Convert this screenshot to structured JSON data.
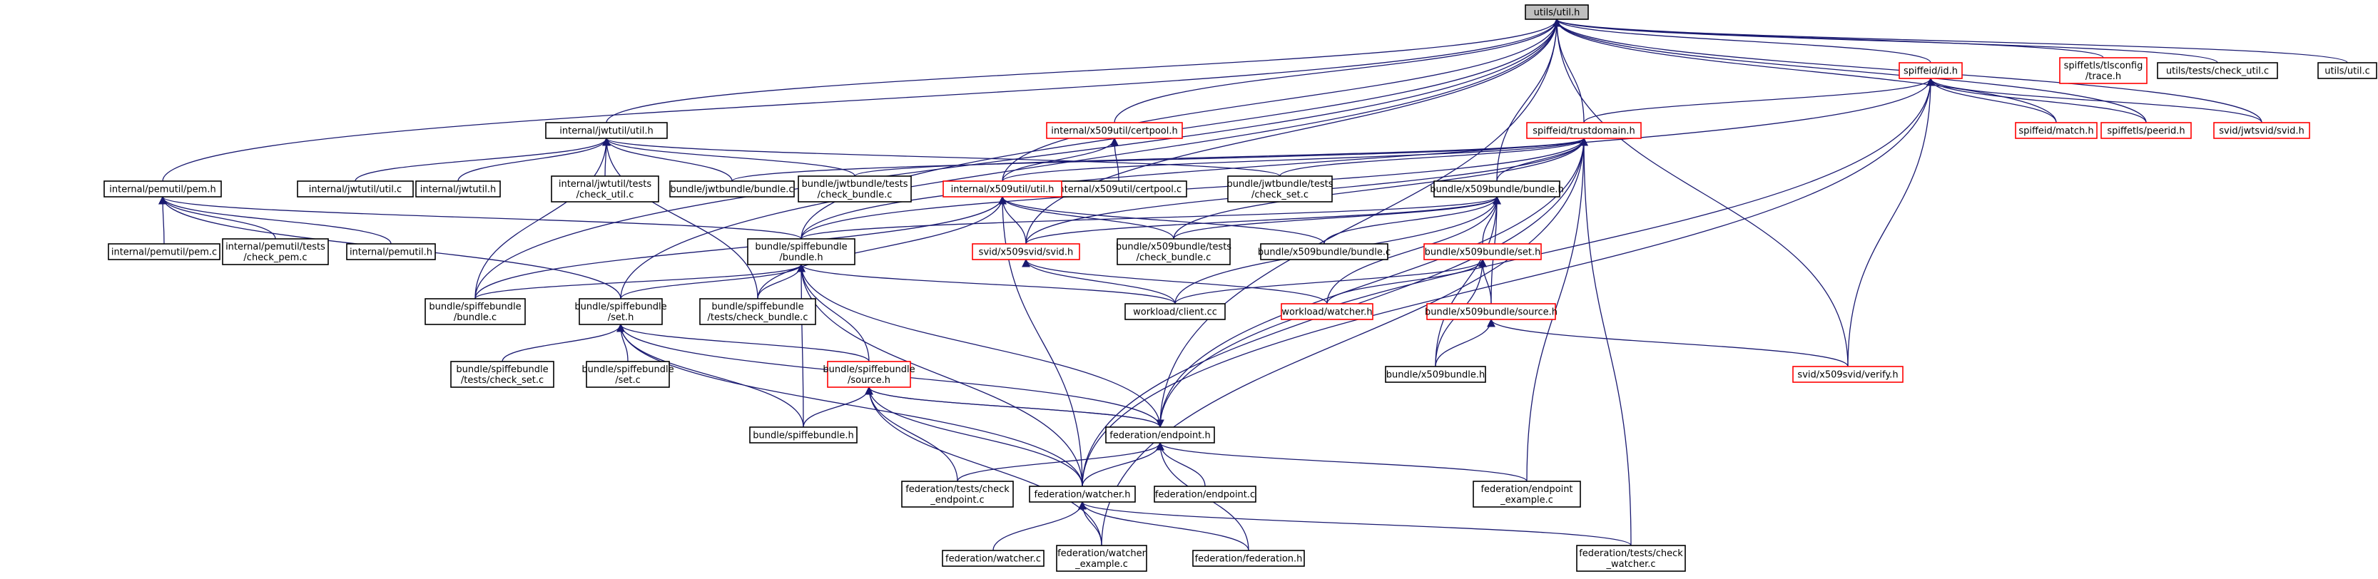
{
  "colors": {
    "edge": "#191970",
    "border_normal": "#000000",
    "border_red": "#ff0000",
    "root_fill": "#bfbfbf"
  },
  "nodes": [
    {
      "id": "root",
      "lines": [
        "utils/util.h"
      ],
      "style": "root"
    },
    {
      "id": "spiffeid_id",
      "lines": [
        "spiffeid/id.h"
      ],
      "style": "red"
    },
    {
      "id": "spiffetls_tlsconfig",
      "lines": [
        "spiffetls/tlsconfig",
        "/trace.h"
      ],
      "style": "red"
    },
    {
      "id": "utils_tests_check",
      "lines": [
        "utils/tests/check_util.c"
      ],
      "style": "black"
    },
    {
      "id": "utils_util_c",
      "lines": [
        "utils/util.c"
      ],
      "style": "black"
    },
    {
      "id": "jwtutil_util_h",
      "lines": [
        "internal/jwtutil/util.h"
      ],
      "style": "black"
    },
    {
      "id": "x509util_certpool_h",
      "lines": [
        "internal/x509util/certpool.h"
      ],
      "style": "red"
    },
    {
      "id": "trustdomain",
      "lines": [
        "spiffeid/trustdomain.h"
      ],
      "style": "red"
    },
    {
      "id": "spiffeid_match",
      "lines": [
        "spiffeid/match.h"
      ],
      "style": "red"
    },
    {
      "id": "spiffetls_peerid",
      "lines": [
        "spiffetls/peerid.h"
      ],
      "style": "red"
    },
    {
      "id": "jwtsvid_svid",
      "lines": [
        "svid/jwtsvid/svid.h"
      ],
      "style": "red"
    },
    {
      "id": "pemutil_pem_h",
      "lines": [
        "internal/pemutil/pem.h"
      ],
      "style": "black"
    },
    {
      "id": "jwtutil_util_c",
      "lines": [
        "internal/jwtutil/util.c"
      ],
      "style": "black"
    },
    {
      "id": "jwtutil_h",
      "lines": [
        "internal/jwtutil.h"
      ],
      "style": "black"
    },
    {
      "id": "jwtutil_tests",
      "lines": [
        "internal/jwtutil/tests",
        "/check_util.c"
      ],
      "style": "black"
    },
    {
      "id": "jwtbundle_bundle_c",
      "lines": [
        "bundle/jwtbundle/bundle.c"
      ],
      "style": "black"
    },
    {
      "id": "jwtbundle_tests_bundle",
      "lines": [
        "bundle/jwtbundle/tests",
        "/check_bundle.c"
      ],
      "style": "black"
    },
    {
      "id": "x509util_certpool_c",
      "lines": [
        "internal/x509util/certpool.c"
      ],
      "style": "black"
    },
    {
      "id": "jwtbundle_tests_set",
      "lines": [
        "bundle/jwtbundle/tests",
        "/check_set.c"
      ],
      "style": "black"
    },
    {
      "id": "x509util_util_h",
      "lines": [
        "internal/x509util/util.h"
      ],
      "style": "red"
    },
    {
      "id": "x509bundle_bundle_h",
      "lines": [
        "bundle/x509bundle/bundle.h"
      ],
      "style": "black"
    },
    {
      "id": "pemutil_pem_c",
      "lines": [
        "internal/pemutil/pem.c"
      ],
      "style": "black"
    },
    {
      "id": "pemutil_tests",
      "lines": [
        "internal/pemutil/tests",
        "/check_pem.c"
      ],
      "style": "black"
    },
    {
      "id": "pemutil_h",
      "lines": [
        "internal/pemutil.h"
      ],
      "style": "black"
    },
    {
      "id": "spiffebundle_bundle_h",
      "lines": [
        "bundle/spiffebundle",
        "/bundle.h"
      ],
      "style": "black"
    },
    {
      "id": "x509svid_svid",
      "lines": [
        "svid/x509svid/svid.h"
      ],
      "style": "red"
    },
    {
      "id": "x509bundle_tests_bundle",
      "lines": [
        "bundle/x509bundle/tests",
        "/check_bundle.c"
      ],
      "style": "black"
    },
    {
      "id": "x509bundle_bundle_c",
      "lines": [
        "bundle/x509bundle/bundle.c"
      ],
      "style": "black"
    },
    {
      "id": "x509bundle_set_h",
      "lines": [
        "bundle/x509bundle/set.h"
      ],
      "style": "red"
    },
    {
      "id": "spiffebundle_bundle_c",
      "lines": [
        "bundle/spiffebundle",
        "/bundle.c"
      ],
      "style": "black"
    },
    {
      "id": "spiffebundle_set_h",
      "lines": [
        "bundle/spiffebundle",
        "/set.h"
      ],
      "style": "black"
    },
    {
      "id": "spiffebundle_tests_bundle",
      "lines": [
        "bundle/spiffebundle",
        "/tests/check_bundle.c"
      ],
      "style": "black"
    },
    {
      "id": "workload_client",
      "lines": [
        "workload/client.cc"
      ],
      "style": "black"
    },
    {
      "id": "workload_watcher",
      "lines": [
        "workload/watcher.h"
      ],
      "style": "red"
    },
    {
      "id": "x509bundle_source",
      "lines": [
        "bundle/x509bundle/source.h"
      ],
      "style": "red"
    },
    {
      "id": "spiffebundle_tests_set",
      "lines": [
        "bundle/spiffebundle",
        "/tests/check_set.c"
      ],
      "style": "black"
    },
    {
      "id": "spiffebundle_set_c",
      "lines": [
        "bundle/spiffebundle",
        "/set.c"
      ],
      "style": "black"
    },
    {
      "id": "spiffebundle_source",
      "lines": [
        "bundle/spiffebundle",
        "/source.h"
      ],
      "style": "red"
    },
    {
      "id": "x509bundle_h",
      "lines": [
        "bundle/x509bundle.h"
      ],
      "style": "black"
    },
    {
      "id": "x509svid_verify",
      "lines": [
        "svid/x509svid/verify.h"
      ],
      "style": "red"
    },
    {
      "id": "spiffebundle_h",
      "lines": [
        "bundle/spiffebundle.h"
      ],
      "style": "black"
    },
    {
      "id": "fed_endpoint_h",
      "lines": [
        "federation/endpoint.h"
      ],
      "style": "black"
    },
    {
      "id": "fed_tests_endpoint",
      "lines": [
        "federation/tests/check",
        "_endpoint.c"
      ],
      "style": "black"
    },
    {
      "id": "fed_watcher_h",
      "lines": [
        "federation/watcher.h"
      ],
      "style": "black"
    },
    {
      "id": "fed_endpoint_c",
      "lines": [
        "federation/endpoint.c"
      ],
      "style": "black"
    },
    {
      "id": "fed_endpoint_example",
      "lines": [
        "federation/endpoint",
        "_example.c"
      ],
      "style": "black"
    },
    {
      "id": "fed_watcher_c",
      "lines": [
        "federation/watcher.c"
      ],
      "style": "black"
    },
    {
      "id": "fed_watcher_example",
      "lines": [
        "federation/watcher",
        "_example.c"
      ],
      "style": "black"
    },
    {
      "id": "fed_federation",
      "lines": [
        "federation/federation.h"
      ],
      "style": "black"
    },
    {
      "id": "fed_tests_watcher",
      "lines": [
        "federation/tests/check",
        "_watcher.c"
      ],
      "style": "black"
    }
  ],
  "edges": [
    [
      "root",
      "spiffeid_id"
    ],
    [
      "root",
      "spiffetls_tlsconfig"
    ],
    [
      "root",
      "utils_tests_check"
    ],
    [
      "root",
      "utils_util_c"
    ],
    [
      "root",
      "jwtutil_util_h"
    ],
    [
      "root",
      "x509util_certpool_h"
    ],
    [
      "root",
      "trustdomain"
    ],
    [
      "root",
      "spiffeid_match"
    ],
    [
      "root",
      "spiffetls_peerid"
    ],
    [
      "root",
      "jwtsvid_svid"
    ],
    [
      "root",
      "pemutil_pem_h"
    ],
    [
      "root",
      "x509util_util_h"
    ],
    [
      "root",
      "x509bundle_bundle_h"
    ],
    [
      "root",
      "spiffebundle_bundle_h"
    ],
    [
      "root",
      "spiffebundle_bundle_c"
    ],
    [
      "root",
      "spiffebundle_set_h"
    ],
    [
      "root",
      "x509svid_verify"
    ],
    [
      "root",
      "fed_endpoint_h"
    ],
    [
      "root",
      "x509svid_svid"
    ],
    [
      "spiffeid_id",
      "trustdomain"
    ],
    [
      "spiffeid_id",
      "spiffeid_match"
    ],
    [
      "spiffeid_id",
      "spiffetls_peerid"
    ],
    [
      "spiffeid_id",
      "jwtsvid_svid"
    ],
    [
      "spiffeid_id",
      "x509svid_verify"
    ],
    [
      "spiffeid_id",
      "fed_endpoint_h"
    ],
    [
      "spiffeid_id",
      "fed_watcher_h"
    ],
    [
      "spiffeid_id",
      "spiffebundle_bundle_h"
    ],
    [
      "jwtutil_util_h",
      "jwtutil_util_c"
    ],
    [
      "jwtutil_util_h",
      "jwtutil_h"
    ],
    [
      "jwtutil_util_h",
      "jwtutil_tests"
    ],
    [
      "jwtutil_util_h",
      "jwtbundle_bundle_c"
    ],
    [
      "jwtutil_util_h",
      "jwtbundle_tests_bundle"
    ],
    [
      "jwtutil_util_h",
      "jwtbundle_tests_set"
    ],
    [
      "jwtutil_util_h",
      "spiffebundle_bundle_c"
    ],
    [
      "jwtutil_util_h",
      "spiffebundle_tests_bundle"
    ],
    [
      "x509util_certpool_h",
      "x509util_certpool_c"
    ],
    [
      "x509util_certpool_h",
      "x509util_util_h"
    ],
    [
      "trustdomain",
      "jwtbundle_bundle_c"
    ],
    [
      "trustdomain",
      "jwtbundle_tests_bundle"
    ],
    [
      "trustdomain",
      "jwtbundle_tests_set"
    ],
    [
      "trustdomain",
      "x509bundle_bundle_h"
    ],
    [
      "trustdomain",
      "x509bundle_tests_bundle"
    ],
    [
      "trustdomain",
      "x509util_util_h"
    ],
    [
      "trustdomain",
      "spiffebundle_bundle_h"
    ],
    [
      "trustdomain",
      "x509svid_svid"
    ],
    [
      "trustdomain",
      "fed_endpoint_h"
    ],
    [
      "trustdomain",
      "fed_watcher_h"
    ],
    [
      "trustdomain",
      "fed_endpoint_example"
    ],
    [
      "trustdomain",
      "fed_watcher_example"
    ],
    [
      "trustdomain",
      "fed_tests_watcher"
    ],
    [
      "pemutil_pem_h",
      "pemutil_pem_c"
    ],
    [
      "pemutil_pem_h",
      "pemutil_tests"
    ],
    [
      "pemutil_pem_h",
      "pemutil_h"
    ],
    [
      "pemutil_pem_h",
      "spiffebundle_bundle_h"
    ],
    [
      "pemutil_pem_h",
      "spiffebundle_set_h"
    ],
    [
      "x509util_util_h",
      "x509svid_svid"
    ],
    [
      "x509util_util_h",
      "x509bundle_tests_bundle"
    ],
    [
      "x509util_util_h",
      "x509bundle_bundle_c"
    ],
    [
      "x509util_util_h",
      "spiffebundle_bundle_c"
    ],
    [
      "x509util_util_h",
      "spiffebundle_tests_bundle"
    ],
    [
      "x509util_util_h",
      "fed_watcher_h"
    ],
    [
      "x509bundle_bundle_h",
      "x509bundle_bundle_c"
    ],
    [
      "x509bundle_bundle_h",
      "x509bundle_tests_bundle"
    ],
    [
      "x509bundle_bundle_h",
      "x509bundle_set_h"
    ],
    [
      "x509bundle_bundle_h",
      "x509bundle_source"
    ],
    [
      "x509bundle_bundle_h",
      "x509bundle_h"
    ],
    [
      "x509bundle_bundle_h",
      "workload_client"
    ],
    [
      "x509bundle_bundle_h",
      "workload_watcher"
    ],
    [
      "x509bundle_bundle_h",
      "x509svid_svid"
    ],
    [
      "x509bundle_bundle_h",
      "spiffebundle_bundle_h"
    ],
    [
      "spiffebundle_bundle_h",
      "spiffebundle_bundle_c"
    ],
    [
      "spiffebundle_bundle_h",
      "spiffebundle_set_h"
    ],
    [
      "spiffebundle_bundle_h",
      "spiffebundle_tests_bundle"
    ],
    [
      "spiffebundle_bundle_h",
      "spiffebundle_source"
    ],
    [
      "spiffebundle_bundle_h",
      "spiffebundle_h"
    ],
    [
      "spiffebundle_bundle_h",
      "fed_endpoint_h"
    ],
    [
      "spiffebundle_bundle_h",
      "fed_watcher_h"
    ],
    [
      "spiffebundle_bundle_h",
      "workload_client"
    ],
    [
      "x509svid_svid",
      "workload_client"
    ],
    [
      "x509svid_svid",
      "workload_watcher"
    ],
    [
      "x509bundle_set_h",
      "workload_client"
    ],
    [
      "x509bundle_set_h",
      "workload_watcher"
    ],
    [
      "x509bundle_set_h",
      "x509bundle_source"
    ],
    [
      "x509bundle_set_h",
      "x509bundle_h"
    ],
    [
      "x509bundle_source",
      "x509bundle_h"
    ],
    [
      "x509bundle_source",
      "x509svid_verify"
    ],
    [
      "spiffebundle_set_h",
      "spiffebundle_tests_set"
    ],
    [
      "spiffebundle_set_h",
      "spiffebundle_set_c"
    ],
    [
      "spiffebundle_set_h",
      "spiffebundle_source"
    ],
    [
      "spiffebundle_set_h",
      "spiffebundle_h"
    ],
    [
      "spiffebundle_set_h",
      "fed_endpoint_h"
    ],
    [
      "spiffebundle_set_h",
      "fed_watcher_h"
    ],
    [
      "spiffebundle_source",
      "spiffebundle_h"
    ],
    [
      "spiffebundle_source",
      "fed_endpoint_h"
    ],
    [
      "spiffebundle_source",
      "fed_watcher_h"
    ],
    [
      "spiffebundle_source",
      "fed_tests_endpoint"
    ],
    [
      "spiffebundle_source",
      "fed_watcher_example"
    ],
    [
      "fed_endpoint_h",
      "fed_tests_endpoint"
    ],
    [
      "fed_endpoint_h",
      "fed_watcher_h"
    ],
    [
      "fed_endpoint_h",
      "fed_endpoint_c"
    ],
    [
      "fed_endpoint_h",
      "fed_endpoint_example"
    ],
    [
      "fed_endpoint_h",
      "fed_federation"
    ],
    [
      "fed_endpoint_h",
      "spiffebundle_source"
    ],
    [
      "fed_watcher_h",
      "fed_watcher_c"
    ],
    [
      "fed_watcher_h",
      "fed_watcher_example"
    ],
    [
      "fed_watcher_h",
      "fed_federation"
    ],
    [
      "fed_watcher_h",
      "fed_tests_watcher"
    ]
  ]
}
